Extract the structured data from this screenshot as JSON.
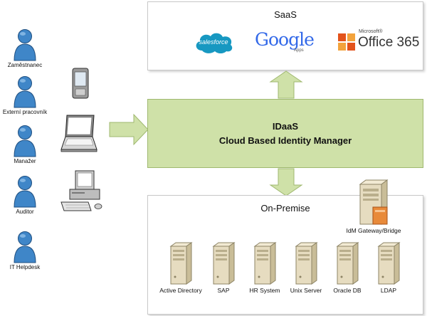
{
  "saas": {
    "title": "SaaS",
    "logos": {
      "salesforce": "salesforce",
      "google": "Google",
      "google_sub": "Apps",
      "microsoft": "Microsoft®",
      "office": "Office 365"
    }
  },
  "idaas": {
    "line1": "IDaaS",
    "line2": "Cloud Based Identity Manager"
  },
  "onprem": {
    "title": "On-Premise",
    "gateway": "IdM Gateway/Bridge",
    "servers": [
      "Active Directory",
      "SAP",
      "HR System",
      "Unix Server",
      "Oracle DB",
      "LDAP"
    ]
  },
  "users": [
    "Zaměstnanec",
    "Externí pracovník",
    "Manažer",
    "Auditor",
    "IT Helpdesk"
  ],
  "colors": {
    "arrow_fill": "#cfe1a8",
    "arrow_stroke": "#9fb86f",
    "person_blue": "#3f86c8",
    "server_beige": "#e6dcc0",
    "office_orange": "#e3531b",
    "google_blue": "#3369e8",
    "google_red": "#d50f25",
    "google_yellow": "#eeb211",
    "google_green": "#009925",
    "salesforce_blue": "#1798c1"
  },
  "icons": {
    "person": "person-icon",
    "mobile": "mobile-device-icon",
    "laptop": "laptop-icon",
    "desktop": "desktop-computer-icon",
    "server": "server-icon",
    "gateway": "gateway-server-icon"
  }
}
